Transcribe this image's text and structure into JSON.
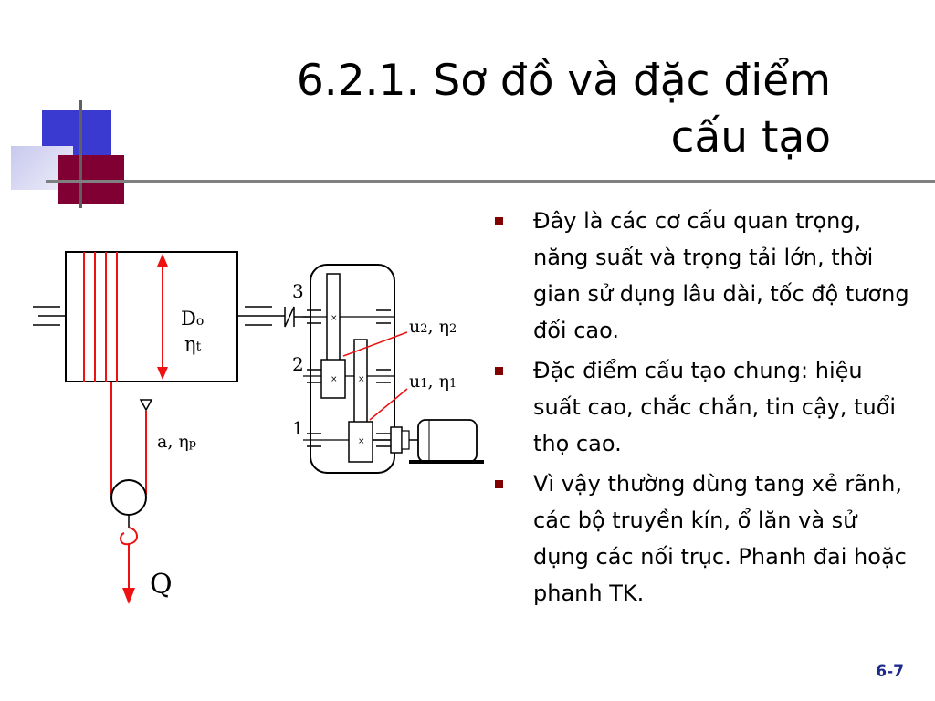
{
  "title": {
    "line1": "6.2.1. Sơ đồ và đặc điểm",
    "line2": "cấu tạo"
  },
  "bullets": [
    "Đây là các cơ cấu quan trọng, năng suất và trọng tải lớn, thời gian sử dụng lâu dài, tốc độ tương đối cao.",
    "Đặc điểm cấu tạo chung: hiệu suất cao, chắc chắn, tin cậy, tuổi thọ cao.",
    "Vì vậy thường dùng tang xẻ rãnh, các bộ truyền kín, ổ lăn và sử dụng các nối trục. Phanh đai hoặc phanh TK."
  ],
  "diagram": {
    "drum_label_d": "D",
    "drum_label_d_sub": "o",
    "drum_label_eta": "η",
    "drum_label_eta_sub": "t",
    "stage3": "3",
    "stage2": "2",
    "stage1": "1",
    "u2_label": "u",
    "u2_sub": "2",
    "eta2_label": ", η",
    "eta2_sub": "2",
    "u1_label": "u",
    "u1_sub": "1",
    "eta1_label": ", η",
    "eta1_sub": "1",
    "pulley_a": "a, η",
    "pulley_sub": "p",
    "load": "Q"
  },
  "page_number": "6-7",
  "colors": {
    "accent_blue": "#3333cc",
    "accent_maroon": "#800033",
    "rope_red": "#ee1111",
    "bullet": "#800000",
    "page_number": "#1b2a8c"
  }
}
